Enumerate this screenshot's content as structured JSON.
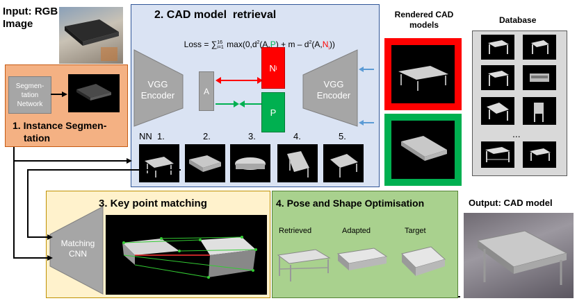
{
  "input": {
    "label": "Input: RGB Image"
  },
  "instance_seg": {
    "network": "Segmen-tation Network",
    "title_line1": "1. Instance Segmen-",
    "title_line2": "tation"
  },
  "retrieval": {
    "title": "2. CAD model  retrieval",
    "loss_prefix": "Loss = ",
    "loss_sum": "∑",
    "loss_sub": "i=1",
    "loss_sup": "16",
    "loss_part1": " max(0,d",
    "loss_part2": "(A,",
    "loss_p": "P",
    "loss_part3": ") + m – d",
    "loss_part4": "(A,",
    "loss_n": "N",
    "loss_ni": "i",
    "loss_part5": "))",
    "sq": "2",
    "vgg_left": "VGG Encoder",
    "vgg_right": "VGG Encoder",
    "anchor": "A",
    "neg": "N",
    "neg_sub": "i",
    "pos": "P",
    "nn_labels": [
      "NN  1.",
      "2.",
      "3.",
      "4.",
      "5."
    ]
  },
  "rendered": {
    "title": "Rendered CAD models"
  },
  "database": {
    "title": "Database",
    "ellipsis": "..."
  },
  "keypoint": {
    "title": "3. Key point matching",
    "cnn": "Matching CNN"
  },
  "pose": {
    "title": "4. Pose and Shape Optimisation",
    "retrieved": "Retrieved",
    "adapted": "Adapted",
    "target": "Target"
  },
  "output": {
    "label": "Output: CAD model"
  },
  "colors": {
    "orange": "#f4b183",
    "blue_panel": "#dae3f3",
    "yellow_panel": "#fff2cc",
    "green_panel": "#a9d18e",
    "red": "#ff0000",
    "green": "#00b050",
    "gray": "#a6a6a6",
    "db_bg": "#d9d9d9"
  }
}
